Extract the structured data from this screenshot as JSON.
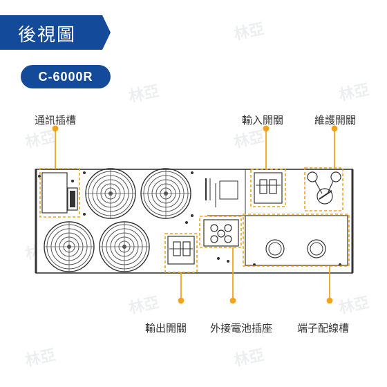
{
  "title": "後視圖",
  "model": "C-6000R",
  "watermark_text": "林亞",
  "colors": {
    "banner": "#134a9a",
    "callout": "#f2a31b",
    "line_art": "#333333"
  },
  "callouts": {
    "comm_slot": "通訊插槽",
    "input_switch": "輸入開關",
    "maintenance_switch": "維護開關",
    "output_switch": "輸出開關",
    "external_battery_socket": "外接電池插座",
    "terminal_block": "端子配線槽"
  }
}
